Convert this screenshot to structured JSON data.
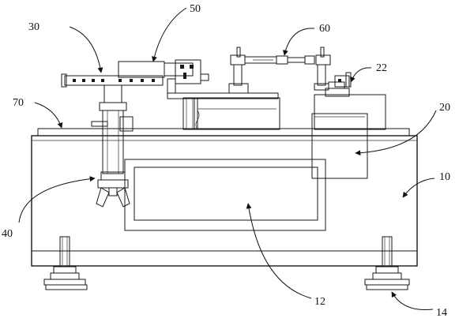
{
  "callouts": {
    "c30": "30",
    "c50": "50",
    "c60": "60",
    "c22": "22",
    "c70": "70",
    "c20": "20",
    "c10": "10",
    "c40": "40",
    "c12": "12",
    "c14": "14"
  }
}
